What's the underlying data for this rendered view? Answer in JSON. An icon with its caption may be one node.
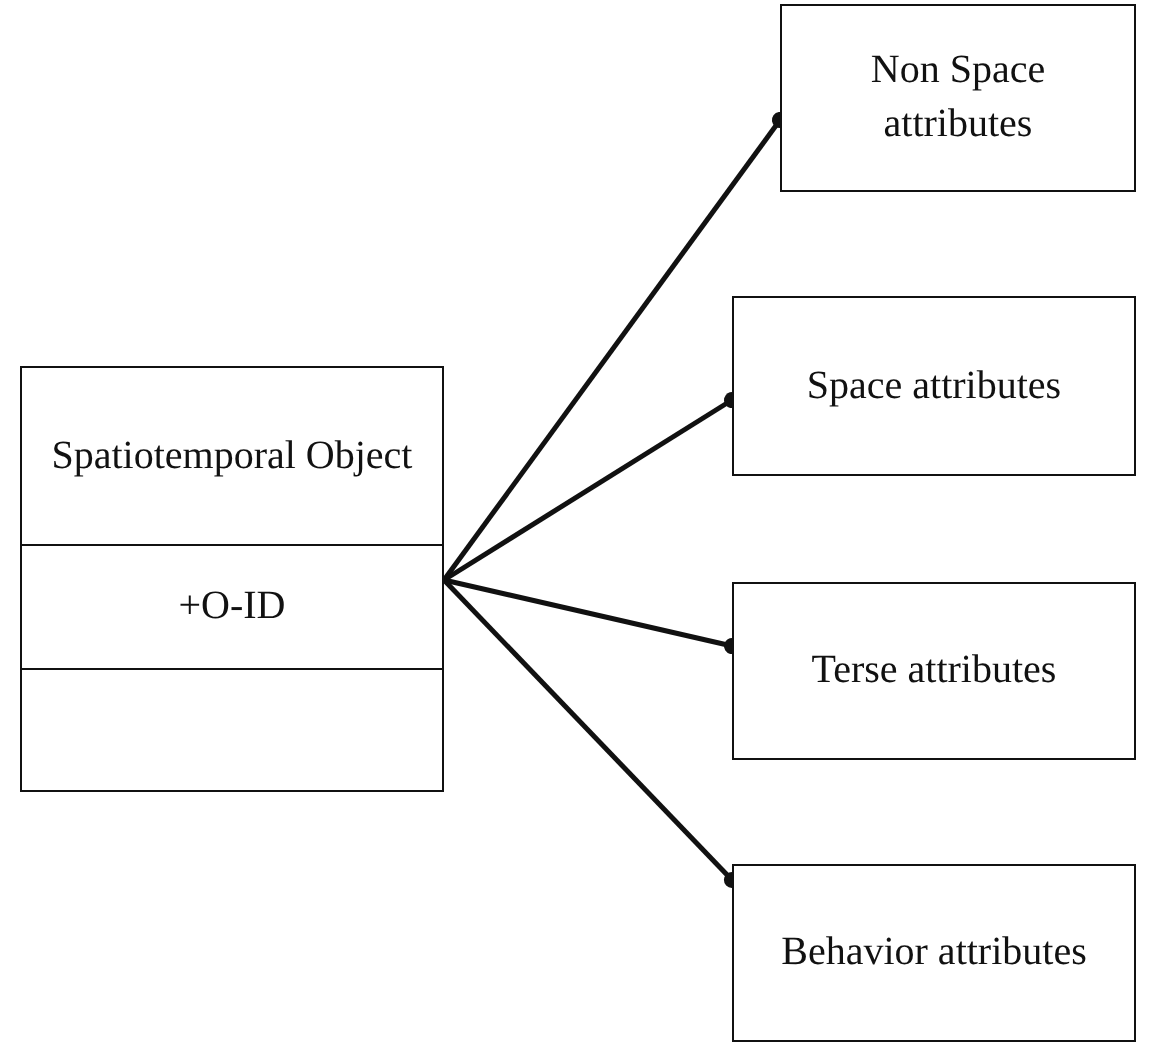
{
  "diagram": {
    "nodes": [
      {
        "text": [
          "Spatiotemporal Object",
          "+O-ID"
        ]
      },
      {
        "text": [
          "Non Space attributes"
        ]
      },
      {
        "text": [
          "Space attributes"
        ]
      },
      {
        "text": [
          "Terse attributes"
        ]
      },
      {
        "text": [
          "Behavior attributes"
        ]
      }
    ],
    "edges": [
      {
        "from": 0,
        "to": 1,
        "arrow": "other"
      },
      {
        "from": 0,
        "to": 2,
        "arrow": "other"
      },
      {
        "from": 0,
        "to": 3,
        "arrow": "other"
      },
      {
        "from": 0,
        "to": 4,
        "arrow": "other"
      }
    ]
  }
}
